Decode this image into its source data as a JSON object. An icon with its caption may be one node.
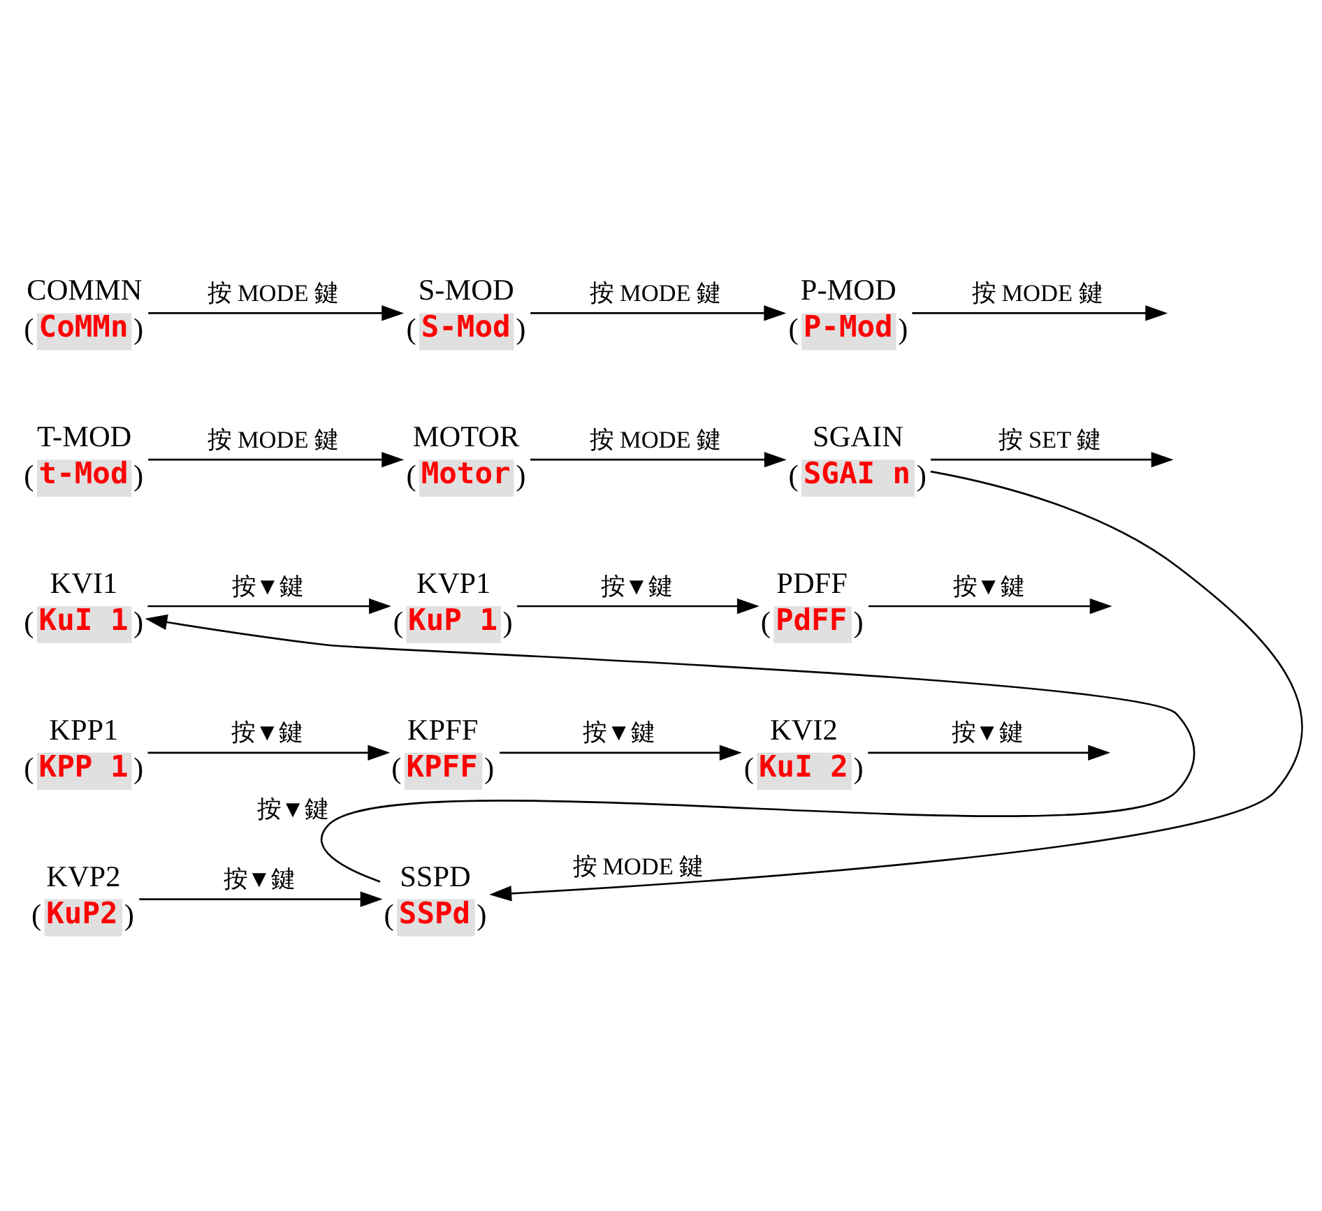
{
  "diagram": {
    "nodes": [
      {
        "text": [
          "COMMN",
          "(CoMMn)"
        ]
      },
      {
        "text": [
          "S-MOD",
          "(S-Mod)"
        ]
      },
      {
        "text": [
          "P-MOD",
          "(P-Mod)"
        ]
      },
      {
        "text": [
          "T-MOD",
          "(t-Mod)"
        ]
      },
      {
        "text": [
          "MOTOR",
          "(Motor)"
        ]
      },
      {
        "text": [
          "SGAIN",
          "(SGAI n)"
        ]
      },
      {
        "text": [
          "KVI1",
          "(KuI 1)"
        ]
      },
      {
        "text": [
          "KVP1",
          "(KuP 1)"
        ]
      },
      {
        "text": [
          "PDFF",
          "(PdFF)"
        ]
      },
      {
        "text": [
          "KPP1",
          "(KPP 1)"
        ]
      },
      {
        "text": [
          "KPFF",
          "(KPFF)"
        ]
      },
      {
        "text": [
          "KVI2",
          "(KuI 2)"
        ]
      },
      {
        "text": [
          "KVP2",
          "(KuP2)"
        ]
      },
      {
        "text": [
          "SSPD",
          "(SSPd)"
        ]
      }
    ],
    "edges": [
      {
        "from": 0,
        "to": 1,
        "arrow": "to",
        "label": "按 MODE 鍵"
      },
      {
        "from": 1,
        "to": 2,
        "arrow": "to",
        "label": "按 MODE 鍵"
      },
      {
        "from": 2,
        "to": null,
        "arrow": "to",
        "label": "按 MODE 鍵"
      },
      {
        "from": 3,
        "to": 4,
        "arrow": "to",
        "label": "按 MODE 鍵"
      },
      {
        "from": 4,
        "to": 5,
        "arrow": "to",
        "label": "按 MODE 鍵"
      },
      {
        "from": 5,
        "to": null,
        "arrow": "to",
        "label": "按 SET 鍵"
      },
      {
        "from": 5,
        "to": 13,
        "arrow": "to",
        "label": "按 MODE 鍵"
      },
      {
        "from": 6,
        "to": 7,
        "arrow": "to",
        "label": "按▼鍵"
      },
      {
        "from": 7,
        "to": 8,
        "arrow": "to",
        "label": "按▼鍵"
      },
      {
        "from": 8,
        "to": null,
        "arrow": "to",
        "label": "按▼鍵"
      },
      {
        "from": 9,
        "to": 10,
        "arrow": "to",
        "label": "按▼鍵"
      },
      {
        "from": 10,
        "to": 11,
        "arrow": "to",
        "label": "按▼鍵"
      },
      {
        "from": 11,
        "to": null,
        "arrow": "to",
        "label": "按▼鍵"
      },
      {
        "from": 12,
        "to": 13,
        "arrow": "to",
        "label": "按▼鍵"
      },
      {
        "from": 13,
        "to": 6,
        "arrow": "to",
        "label": "按▼鍵"
      }
    ]
  }
}
